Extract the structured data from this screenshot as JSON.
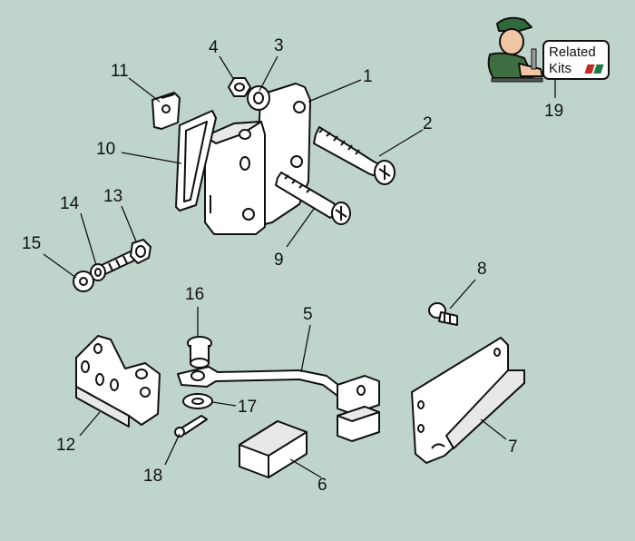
{
  "callouts": [
    "1",
    "2",
    "3",
    "4",
    "5",
    "6",
    "7",
    "8",
    "9",
    "10",
    "11",
    "12",
    "13",
    "14",
    "15",
    "16",
    "17",
    "18",
    "19"
  ],
  "related_kits": {
    "line1": "Related",
    "line2": "Kits",
    "flag_colors": [
      "#c22a2a",
      "#1d7a45"
    ]
  },
  "colors": {
    "background": "#bfd5cc",
    "line": "#111111",
    "part_fill": "#ffffff"
  }
}
